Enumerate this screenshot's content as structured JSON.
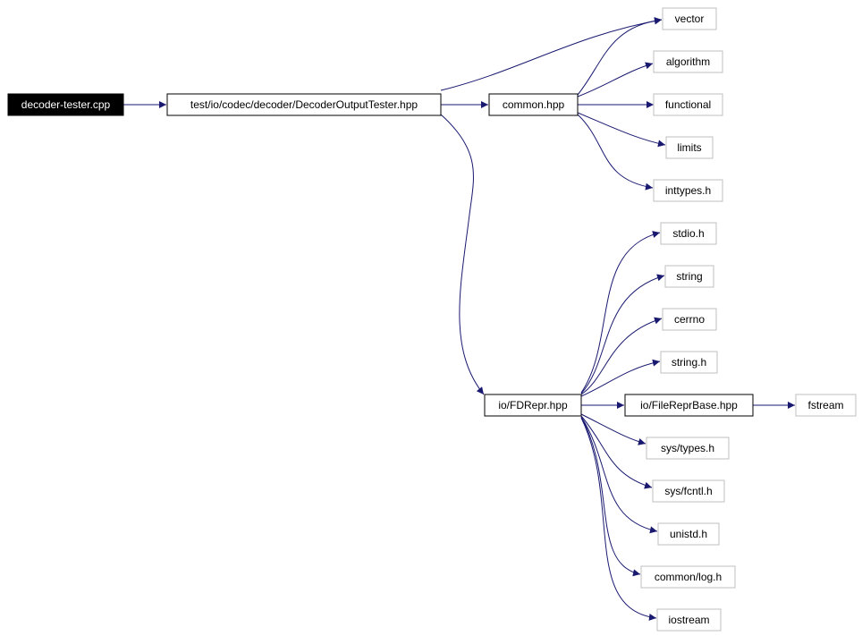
{
  "graph": {
    "colors": {
      "edge": "#191970",
      "root_fill": "#000000",
      "root_text": "#ffffff",
      "local_border": "#000000",
      "system_border": "#bfbfbf",
      "text": "#000000"
    },
    "nodes": {
      "decoder_tester": "decoder-tester.cpp",
      "decoder_output_tester": "test/io/codec/decoder/DecoderOutputTester.hpp",
      "common_hpp": "common.hpp",
      "vector": "vector",
      "algorithm": "algorithm",
      "functional": "functional",
      "limits": "limits",
      "inttypes_h": "inttypes.h",
      "fdrepr_hpp": "io/FDRepr.hpp",
      "stdio_h": "stdio.h",
      "string": "string",
      "cerrno": "cerrno",
      "string_h": "string.h",
      "filereprbase_hpp": "io/FileReprBase.hpp",
      "fstream": "fstream",
      "sys_types_h": "sys/types.h",
      "sys_fcntl_h": "sys/fcntl.h",
      "unistd_h": "unistd.h",
      "common_log_h": "common/log.h",
      "iostream": "iostream"
    }
  }
}
